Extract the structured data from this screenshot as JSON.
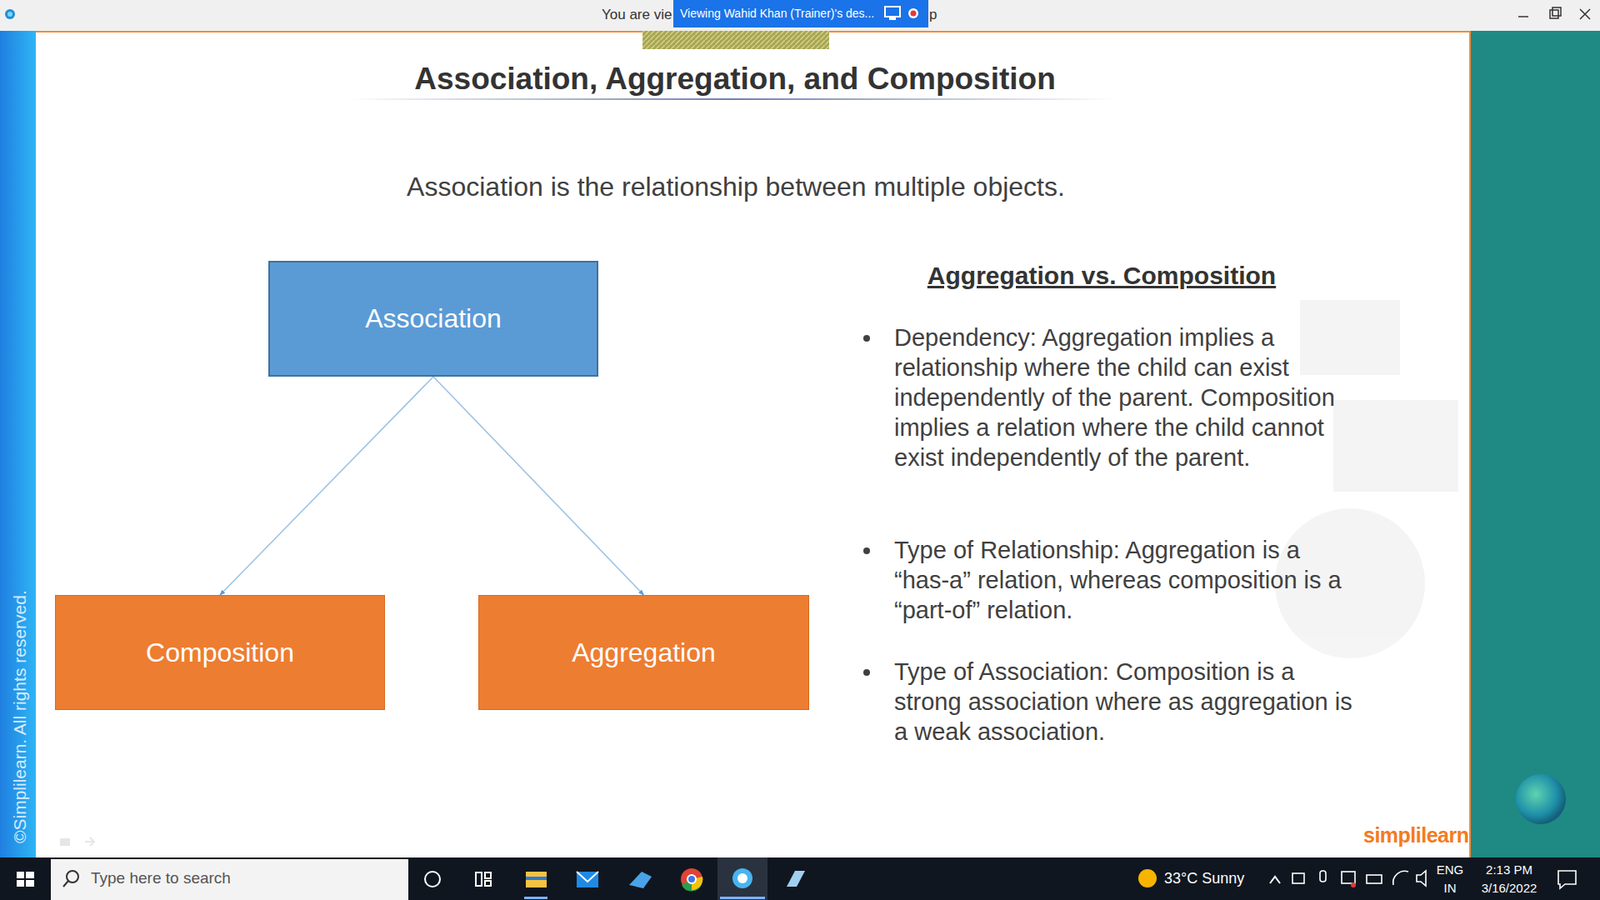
{
  "diagram": {
    "title": "Association, Aggregation, and Composition",
    "nodes": [
      {
        "text": [
          "Association"
        ]
      },
      {
        "text": [
          "Composition"
        ]
      },
      {
        "text": [
          "Aggregation"
        ]
      }
    ],
    "edges": [
      {
        "from": 0,
        "to": 1,
        "arrow": "to"
      },
      {
        "from": 0,
        "to": 2,
        "arrow": "to"
      }
    ],
    "labels": [
      "You are vie",
      "Viewing Wahid Khan (Trainer)'s des...",
      "p",
      "Association is the relationship between multiple objects.",
      "Aggregation vs. Composition",
      "Dependency: Aggregation implies a relationship where the child can exist independently of the parent. Composition implies a relation where the child cannot exist independently of the parent.",
      "Type of Relationship: Aggregation is a “has-a” relation, whereas composition is a “part-of” relation.",
      "Type of Association: Composition is a strong association where as aggregation is a weak association.",
      "©Simplilearn. All rights reserved.",
      "simplilearn",
      "Type here to search",
      "33°C Sunny",
      "ENG",
      "IN",
      "2:13 PM",
      "3/16/2022"
    ]
  }
}
